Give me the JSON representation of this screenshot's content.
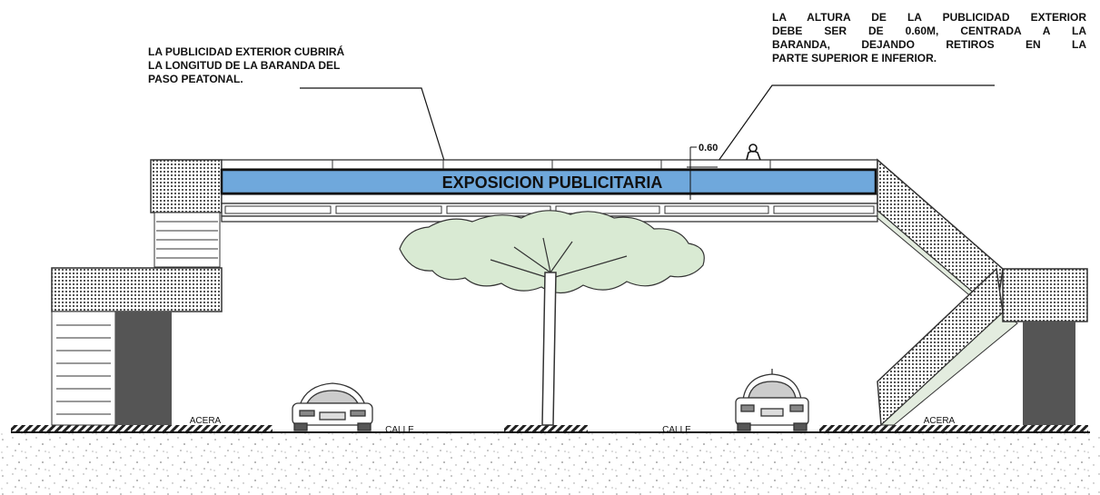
{
  "annotations": {
    "left_note": [
      "LA PUBLICIDAD EXTERIOR CUBRIRÁ",
      "LA LONGITUD DE LA BARANDA DEL",
      "PASO PEATONAL."
    ],
    "right_note": [
      "LA ALTURA DE LA PUBLICIDAD EXTERIOR",
      "DEBE SER DE 0.60M, CENTRADA A LA",
      "BARANDA, DEJANDO RETIROS EN LA",
      "PARTE SUPERIOR E INFERIOR."
    ]
  },
  "banner": {
    "text": "EXPOSICION PUBLICITARIA",
    "color": "#6fa8dc"
  },
  "dimension": {
    "label": "0.60"
  },
  "ground": {
    "sidewalk_left": "ACERA",
    "sidewalk_right": "ACERA",
    "street_left": "CALLE",
    "street_right": "CALLE"
  },
  "colors": {
    "tree": "#d9ead3",
    "ramp": "#e3ecdf",
    "column": "#555555",
    "hatch": "#222222"
  }
}
